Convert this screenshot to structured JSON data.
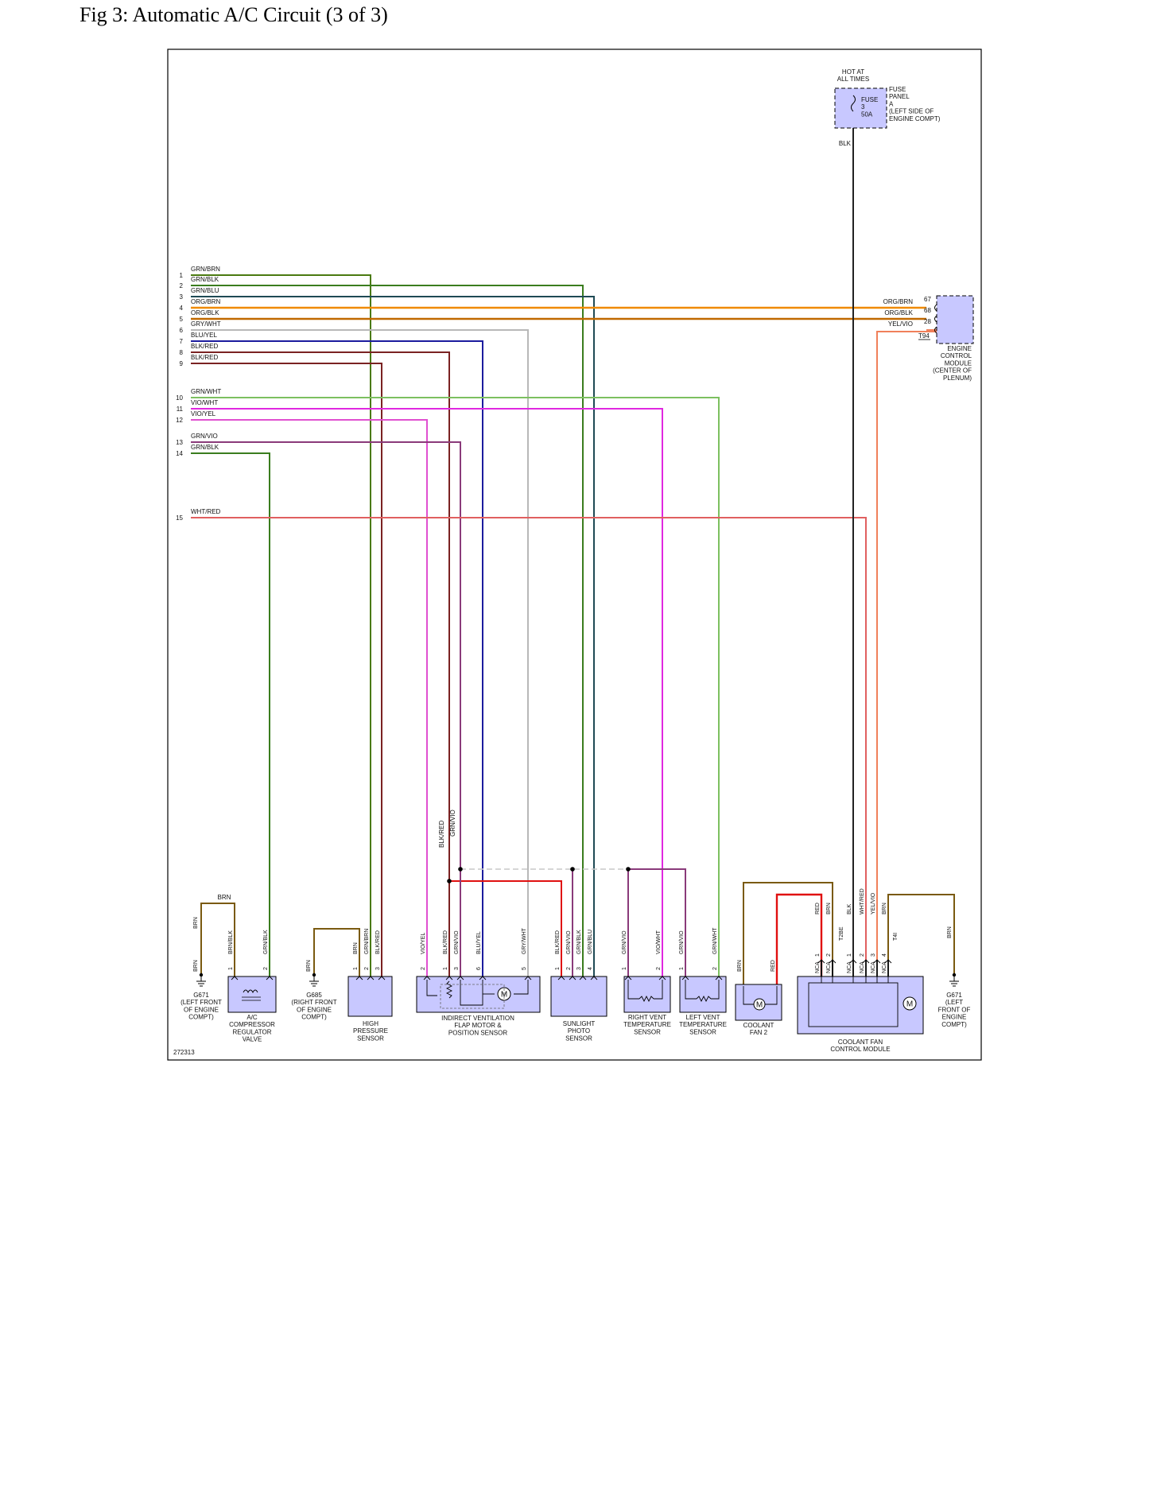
{
  "title": "Fig 3: Automatic A/C Circuit (3 of 3)",
  "image_id": "272313",
  "colors": {
    "GRN": "#3a7d1e",
    "GRN_BRN": "#4a7a10",
    "GRN_BLU": "#1f4a55",
    "ORG": "#f08a00",
    "ORG_BLK": "#c06800",
    "GRY": "#b8b8b8",
    "BLU": "#1c1c9e",
    "BLK_RED": "#7a2222",
    "GRN_WHT": "#7cc060",
    "VIO": "#e028e0",
    "VIO_YEL": "#e050d0",
    "GRN_VIO": "#8a3a7a",
    "WHT_RED": "#e06060",
    "RED": "#e01010",
    "BRN": "#7a5a10",
    "BLK": "#222222",
    "YEL_VIO": "#f0805a",
    "component_fill": "#c8c8ff"
  },
  "fuse": {
    "hot_label": "HOT AT\nALL TIMES",
    "fuse_label": "FUSE\n3\n50A",
    "panel_label": "FUSE\nPANEL\nA\n(LEFT SIDE OF\nENGINE COMPT)",
    "wire_label": "BLK"
  },
  "ecm": {
    "label": "ENGINE\nCONTROL\nMODULE\n(CENTER OF\nPLENUM)",
    "pins": [
      {
        "wire": "ORG/BRN",
        "pin": "67"
      },
      {
        "wire": "ORG/BLK",
        "pin": "68"
      },
      {
        "wire": "YEL/VIO",
        "pin": "28"
      }
    ],
    "connector": "T94"
  },
  "left_wires": [
    {
      "num": "1",
      "label": "GRN/BRN"
    },
    {
      "num": "2",
      "label": "GRN/BLK"
    },
    {
      "num": "3",
      "label": "GRN/BLU"
    },
    {
      "num": "4",
      "label": "ORG/BRN"
    },
    {
      "num": "5",
      "label": "ORG/BLK"
    },
    {
      "num": "6",
      "label": "GRY/WHT"
    },
    {
      "num": "7",
      "label": "BLU/YEL"
    },
    {
      "num": "8",
      "label": "BLK/RED"
    },
    {
      "num": "9",
      "label": "BLK/RED"
    },
    {
      "num": "10",
      "label": "GRN/WHT"
    },
    {
      "num": "11",
      "label": "VIO/WHT"
    },
    {
      "num": "12",
      "label": "VIO/YEL"
    },
    {
      "num": "13",
      "label": "GRN/VIO"
    },
    {
      "num": "14",
      "label": "GRN/BLK"
    },
    {
      "num": "15",
      "label": "WHT/RED"
    }
  ],
  "mid_labels": {
    "blk_red": "BLK/RED",
    "grn_vio": "GRN/VIO"
  },
  "grounds": [
    {
      "id": "g671_left",
      "label": "G671\n(LEFT FRONT\nOF ENGINE\nCOMPT)",
      "wire": "BRN"
    },
    {
      "id": "g685",
      "label": "G685\n(RIGHT FRONT\nOF ENGINE\nCOMPT)",
      "wire": "BRN"
    },
    {
      "id": "g671_right",
      "label": "G671\n(LEFT\nFRONT OF\nENGINE\nCOMPT)",
      "wire": "BRN"
    }
  ],
  "brn_top_label": "BRN",
  "components": [
    {
      "id": "ac_valve",
      "label": "A/C\nCOMPRESSOR\nREGULATOR\nVALVE",
      "pins": [
        {
          "n": "1",
          "wire": "BRN/BLK"
        },
        {
          "n": "2",
          "wire": "GRN/BLK"
        }
      ]
    },
    {
      "id": "hp_sensor",
      "label": "HIGH\nPRESSURE\nSENSOR",
      "pins": [
        {
          "n": "1",
          "wire": "BRN"
        },
        {
          "n": "2",
          "wire": "GRN/BRN"
        },
        {
          "n": "3",
          "wire": "BLK/RED"
        }
      ]
    },
    {
      "id": "ivf",
      "label": "INDIRECT VENTILATION\nFLAP MOTOR &\nPOSITION SENSOR",
      "pins": [
        {
          "n": "2",
          "wire": "VIO/YEL"
        },
        {
          "n": "1",
          "wire": "BLK/RED"
        },
        {
          "n": "3",
          "wire": "GRN/VIO"
        },
        {
          "n": "6",
          "wire": "BLU/YEL"
        },
        {
          "n": "5",
          "wire": "GRY/WHT"
        }
      ]
    },
    {
      "id": "sunlight",
      "label": "SUNLIGHT\nPHOTO\nSENSOR",
      "pins": [
        {
          "n": "1",
          "wire": "BLK/RED"
        },
        {
          "n": "2",
          "wire": "GRN/VIO"
        },
        {
          "n": "3",
          "wire": "GRN/BLK"
        },
        {
          "n": "4",
          "wire": "GRN/BLU"
        }
      ]
    },
    {
      "id": "right_vent",
      "label": "RIGHT VENT\nTEMPERATURE\nSENSOR",
      "pins": [
        {
          "n": "1",
          "wire": "GRN/VIO"
        },
        {
          "n": "2",
          "wire": "VIO/WHT"
        }
      ]
    },
    {
      "id": "left_vent",
      "label": "LEFT VENT\nTEMPERATURE\nSENSOR",
      "pins": [
        {
          "n": "1",
          "wire": "GRN/VIO"
        },
        {
          "n": "2",
          "wire": "GRN/WHT"
        }
      ]
    },
    {
      "id": "fan2",
      "label": "COOLANT\nFAN 2",
      "pins": [
        {
          "n": "",
          "wire": "BRN"
        },
        {
          "n": "",
          "wire": "RED"
        }
      ]
    },
    {
      "id": "cfcm",
      "label": "COOLANT FAN\nCONTROL MODULE",
      "pins": [
        {
          "n": "1",
          "wire": "RED"
        },
        {
          "n": "2",
          "wire": "BRN"
        },
        {
          "n": "1",
          "wire": "BLK"
        },
        {
          "n": "2",
          "wire": "WHT/RED"
        },
        {
          "n": "3",
          "wire": "YEL/VIO"
        },
        {
          "n": "4",
          "wire": "BRN"
        }
      ],
      "connectors": [
        "T2BE",
        "T4I"
      ],
      "nca": "NCA"
    }
  ]
}
